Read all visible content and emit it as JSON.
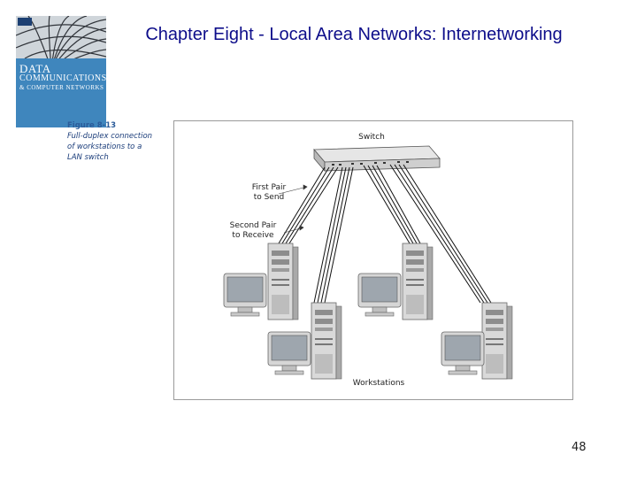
{
  "slide": {
    "title": "Chapter Eight - Local Area Networks: Internetworking",
    "page_number": "48"
  },
  "book_cover": {
    "title_line1": "DATA",
    "title_line2": "COMMUNICATIONS",
    "title_line3": "& COMPUTER NETWORKS"
  },
  "figure": {
    "number": "Figure 8-13",
    "caption_line1": "Full-duplex connection",
    "caption_line2": "of workstations to a",
    "caption_line3": "LAN switch",
    "switch_label": "Switch",
    "first_pair_line1": "First Pair",
    "first_pair_line2": "to Send",
    "second_pair_line1": "Second Pair",
    "second_pair_line2": "to Receive",
    "workstations_label": "Workstations"
  },
  "colors": {
    "title": "#0d0d8a",
    "cover_blue": "#3f86bd",
    "caption": "#1b3d7a"
  }
}
